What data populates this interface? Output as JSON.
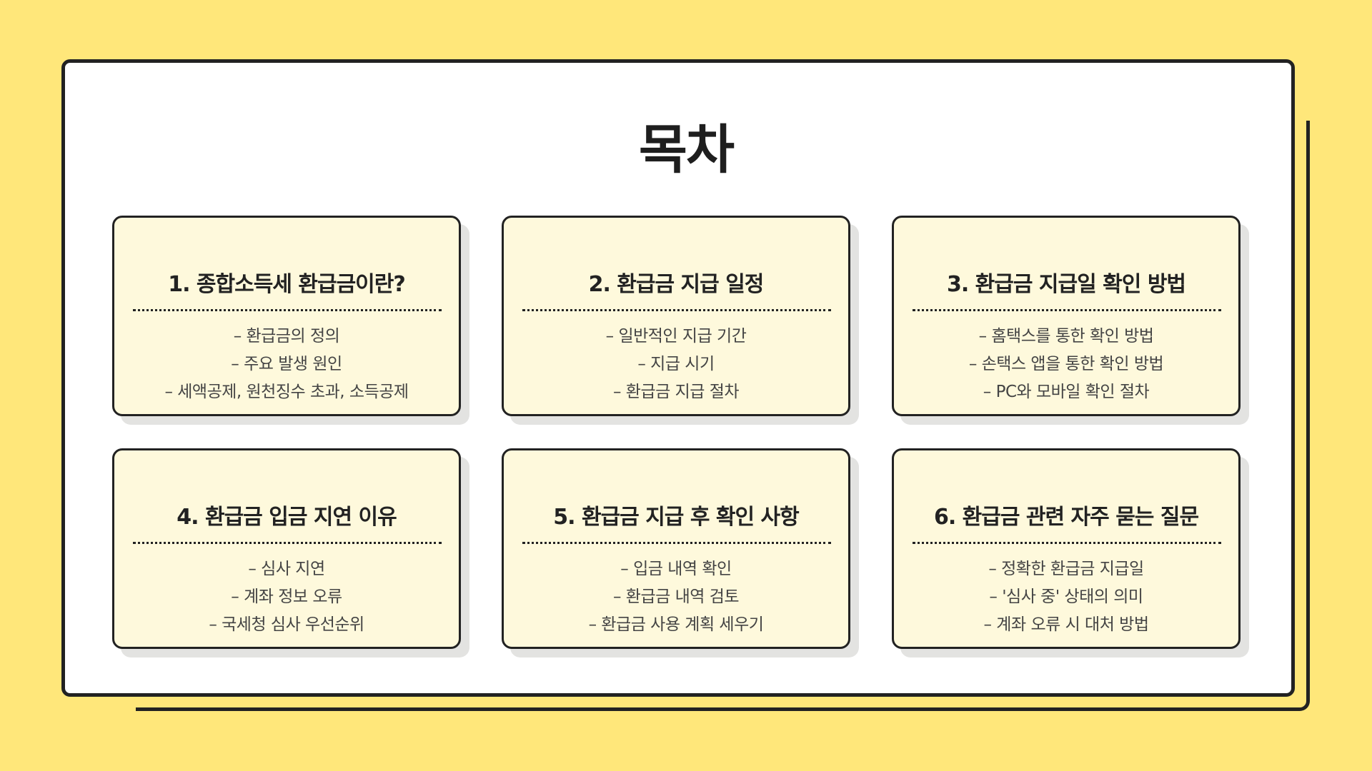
{
  "title": "목차",
  "cards": [
    {
      "title": "1. 종합소득세 환급금이란?",
      "items": [
        "– 환급금의 정의",
        "– 주요 발생 원인",
        "– 세액공제, 원천징수 초과, 소득공제"
      ]
    },
    {
      "title": "2. 환급금 지급 일정",
      "items": [
        "– 일반적인 지급 기간",
        "– 지급 시기",
        "– 환급금 지급 절차"
      ]
    },
    {
      "title": "3. 환급금 지급일 확인 방법",
      "items": [
        "– 홈택스를 통한 확인 방법",
        "– 손택스 앱을 통한 확인 방법",
        "– PC와 모바일 확인 절차"
      ]
    },
    {
      "title": "4. 환급금 입금 지연 이유",
      "items": [
        "– 심사 지연",
        "– 계좌 정보 오류",
        "– 국세청 심사 우선순위"
      ]
    },
    {
      "title": "5. 환급금 지급 후 확인 사항",
      "items": [
        "– 입금 내역 확인",
        "– 환급금 내역 검토",
        "– 환급금 사용 계획 세우기"
      ]
    },
    {
      "title": "6. 환급금 관련 자주 묻는 질문",
      "items": [
        "– 정확한 환급금 지급일",
        "– '심사 중' 상태의 의미",
        "– 계좌 오류 시 대처 방법"
      ]
    }
  ],
  "colors": {
    "background": "#ffe77a",
    "card": "#fef9dc",
    "border": "#222222"
  }
}
